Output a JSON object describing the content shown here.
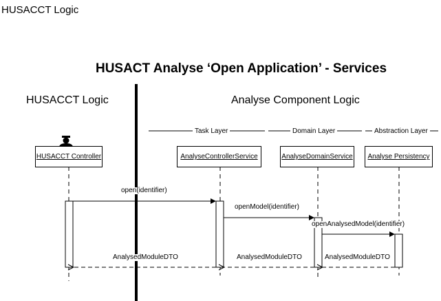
{
  "page_label": "HUSACCT Logic",
  "title": "HUSACT Analyse ‘Open Application’  - Services",
  "sections": {
    "left": "HUSACCT Logic",
    "right": "Analyse Component Logic"
  },
  "layers": [
    "Task Layer",
    "Domain Layer",
    "Abstraction Layer"
  ],
  "objects": [
    "HUSACCT Controller",
    "AnalyseControllerService",
    "AnalyseDomainService",
    "Analyse Persistency"
  ],
  "messages": [
    "open(identifier)",
    "openModel(identifier)",
    "openAnalysedModel(identifier)"
  ],
  "returns": [
    "AnalysedModuleDTO",
    "AnalysedModuleDTO",
    "AnalysedModuleDTO"
  ],
  "actor_icon": "person-icon"
}
